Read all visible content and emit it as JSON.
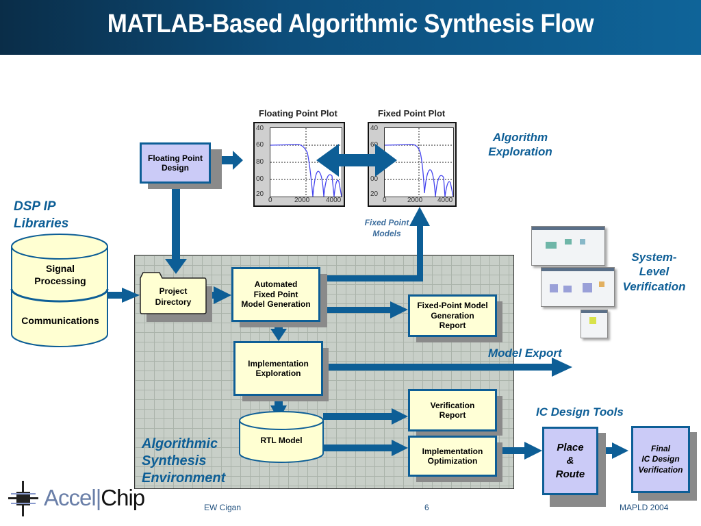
{
  "header": {
    "title": "MATLAB-Based Algorithmic Synthesis Flow"
  },
  "colors": {
    "arrow": "#0d5e96",
    "box_yellow": "#ffffd6",
    "box_lavender": "#cbcbf7",
    "title_bg": "#0d4d7a"
  },
  "labels": {
    "algorithm_exploration": [
      "Algorithm",
      "Exploration"
    ],
    "dsp_ip_libraries": [
      "DSP IP",
      "Libraries"
    ],
    "fixed_point_models": [
      "Fixed Point",
      "Models"
    ],
    "system_level_verification": [
      "System-",
      "Level",
      "Verification"
    ],
    "model_export": "Model Export",
    "ic_design_tools": "IC Design Tools",
    "environment": [
      "Algorithmic",
      "Synthesis",
      "Environment"
    ]
  },
  "boxes": {
    "floating_point_design": [
      "Floating Point",
      "Design"
    ],
    "project_directory": [
      "Project",
      "Directory"
    ],
    "automated_fixed_point": [
      "Automated",
      "Fixed Point",
      "Model Generation"
    ],
    "fixed_point_report": [
      "Fixed-Point Model",
      "Generation",
      "Report"
    ],
    "implementation_exploration": [
      "Implementation",
      "Exploration"
    ],
    "rtl_model": "RTL Model",
    "verification_report": [
      "Verification",
      "Report"
    ],
    "implementation_optimization": [
      "Implementation",
      "Optimization"
    ],
    "place_route": [
      "Place",
      "&",
      "Route"
    ],
    "final_ic": [
      "Final",
      "IC Design",
      "Verification"
    ]
  },
  "library": {
    "top": [
      "Signal",
      "Processing"
    ],
    "bottom": "Communications"
  },
  "plots": [
    {
      "title": "Floating Point Plot",
      "yticks": [
        "40",
        "60",
        "80",
        "00",
        "20"
      ],
      "xticks": [
        "0",
        "2000",
        "4000"
      ]
    },
    {
      "title": "Fixed Point Plot",
      "yticks": [
        "40",
        "60",
        "80",
        "00",
        "20"
      ],
      "xticks": [
        "0",
        "2000",
        "4000"
      ]
    }
  ],
  "footer": {
    "logo_left": "Accel",
    "logo_right": "Chip",
    "author": "EW Cigan",
    "page": "6",
    "event": "MAPLD 2004"
  }
}
